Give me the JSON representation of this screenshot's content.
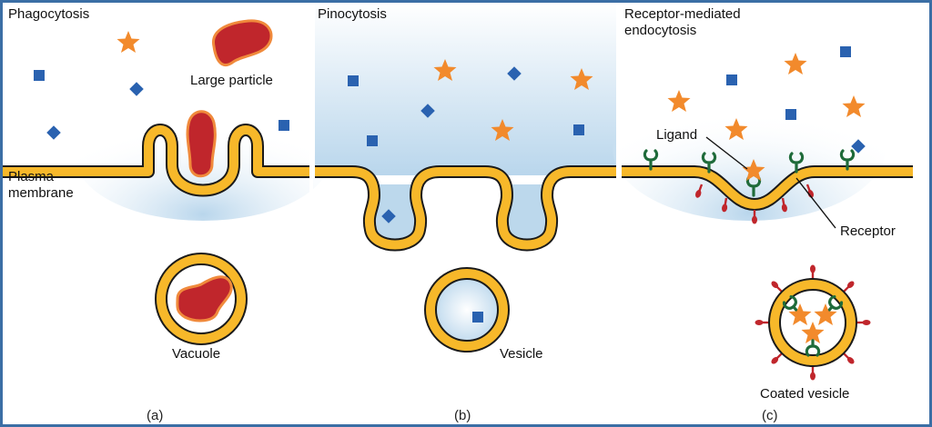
{
  "panels": [
    {
      "title": "Phagocytosis",
      "caption": "(a)"
    },
    {
      "title": "Pinocytosis",
      "caption": "(b)"
    },
    {
      "title_line1": "Receptor-mediated",
      "title_line2": "endocytosis",
      "caption": "(c)"
    }
  ],
  "labels": {
    "large_particle": "Large particle",
    "plasma_membrane_line1": "Plasma",
    "plasma_membrane_line2": "membrane",
    "vacuole": "Vacuole",
    "vesicle": "Vesicle",
    "ligand": "Ligand",
    "receptor": "Receptor",
    "coated_vesicle": "Coated vesicle"
  },
  "colors": {
    "membrane_fill": "#f7b82a",
    "membrane_edge": "#1a1a1a",
    "particle": "#c0262c",
    "particle_edge": "#f08a3c",
    "star": "#f28a2c",
    "square": "#2a62b0",
    "receptor": "#1f6b3a",
    "coat_protein": "#c0262c",
    "fluid": "#bcd8ec",
    "frame": "#3b6ea5"
  }
}
